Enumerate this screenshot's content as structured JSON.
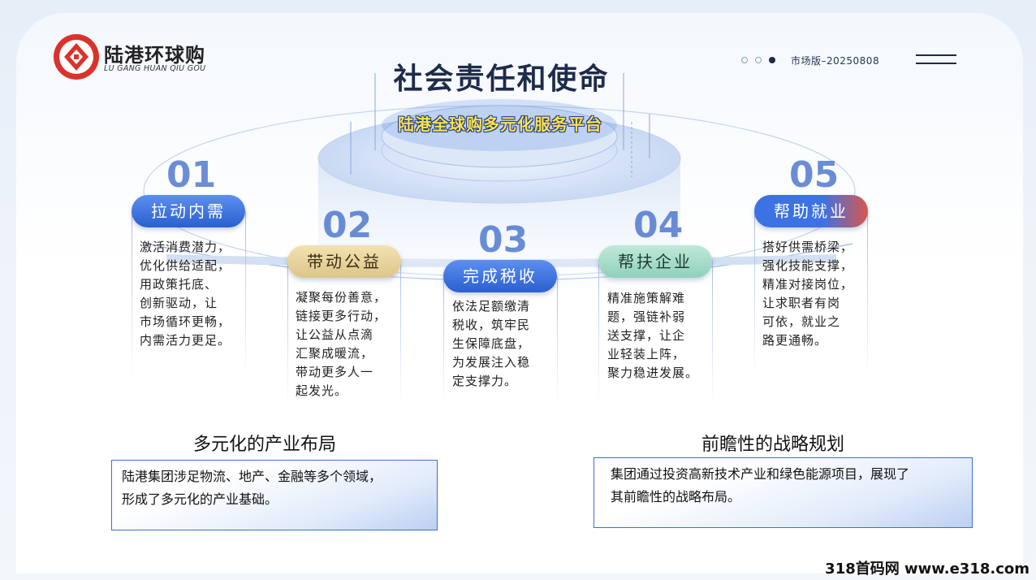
{
  "brand": {
    "name_cn": "陆港环球购",
    "name_en": "LU GANG HUAN QIU GOU"
  },
  "header": {
    "version": "市场版–20250808"
  },
  "title": "社会责任和使命",
  "subtitle": "陆港全球购多元化服务平台",
  "items": [
    {
      "num": "01",
      "label": "拉动内需",
      "desc": "激活消费潜力，\n优化供给适配，\n用政策托底、\n创新驱动，让\n市场循环更畅，\n内需活力更足。"
    },
    {
      "num": "02",
      "label": "带动公益",
      "desc": "凝聚每份善意，\n链接更多行动，\n让公益从点滴\n汇聚成暖流，\n带动更多人一\n起发光。"
    },
    {
      "num": "03",
      "label": "完成税收",
      "desc": "依法足额缴清\n税收，筑牢民\n生保障底盘，\n为发展注入稳\n定支撑力。"
    },
    {
      "num": "04",
      "label": "帮扶企业",
      "desc": "精准施策解难\n题，强链补弱\n送支撑，让企\n业轻装上阵，\n聚力稳进发展。"
    },
    {
      "num": "05",
      "label": "帮助就业",
      "desc": "搭好供需桥梁，\n强化技能支撑，\n精准对接岗位，\n让求职者有岗\n可依，就业之\n路更通畅。"
    }
  ],
  "bottom": {
    "left": {
      "title": "多元化的产业布局",
      "text": "陆港集团涉足物流、地产、金融等多个领域，\n形成了多元化的产业基础。"
    },
    "right": {
      "title": "前瞻性的战略规划",
      "text": "集团通过投资高新技术产业和绿色能源项目，展现了\n其前瞻性的战略布局。"
    }
  },
  "watermark": "318首码网 www.e318.com",
  "colors": {
    "accent": "#2a5fcf",
    "title": "#1e2b4a",
    "highlight": "#ffe24a"
  }
}
